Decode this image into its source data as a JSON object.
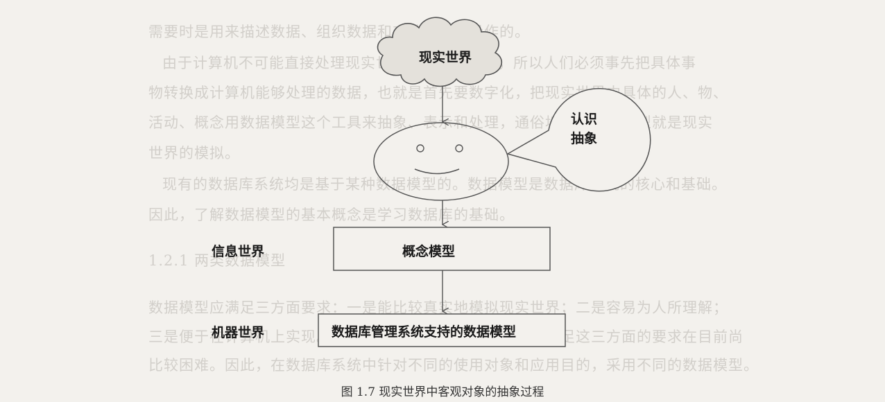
{
  "background_text": [
    "需要时是用来描述数据、组织数据和对数据进行操作的。",
    "由于计算机不可能直接处理现实世界中的具体事物，所以人们必须事先把具体事",
    "物转换成计算机能够处理的数据，也就是首先要数字化，把现实世界中具体的人、物、",
    "活动、概念用数据模型这个工具来抽象、表示和处理，通俗地讲，数据模型就是现实",
    "世界的模拟。",
    "现有的数据库系统均是基于某种数据模型的。数据模型是数据库系统的核心和基础。",
    "因此，了解数据模型的基本概念是学习数据库的基础。",
    "1.2.1  两类数据模型",
    "数据模型应满足三方面要求：一是能比较真实地模拟现实世界；二是容易为人所理解；",
    "三是便于在计算机上实现。一种数据模型要很好地、全面地满足这三方面的要求在目前尚",
    "比较困难。因此，在数据库系统中针对不同的使用对象和应用目的，采用不同的数据模型。"
  ],
  "diagram": {
    "cloud_label": "现实世界",
    "bubble_label_line1": "认识",
    "bubble_label_line2": "抽象",
    "info_world_label": "信息世界",
    "concept_model_label": "概念模型",
    "machine_world_label": "机器世界",
    "dbms_model_label": "数据库管理系统支持的数据模型"
  },
  "caption": "图 1.7    现实世界中客观对象的抽象过程"
}
